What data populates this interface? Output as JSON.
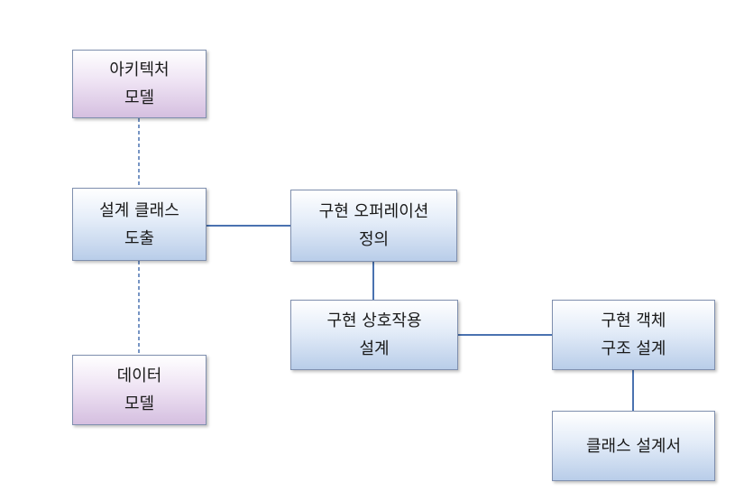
{
  "diagram": {
    "nodes": {
      "architecture_model": {
        "line1": "아키텍처",
        "line2": "모델"
      },
      "derive_design_class": {
        "line1": "설계 클래스",
        "line2": "도출"
      },
      "data_model": {
        "line1": "데이터",
        "line2": "모델"
      },
      "define_impl_operation": {
        "line1": "구현 오퍼레이션",
        "line2": "정의"
      },
      "design_impl_interaction": {
        "line1": "구현 상호작용",
        "line2": "설계"
      },
      "design_impl_object_structure": {
        "line1": "구현 객체",
        "line2": "구조 설계"
      },
      "class_design_doc": {
        "line1": "클래스 설계서"
      }
    },
    "colors": {
      "purple_fill": "#d5bfe0",
      "blue_fill": "#b9cde9",
      "border": "#7f8fae",
      "connector": "#4a72b0"
    }
  }
}
